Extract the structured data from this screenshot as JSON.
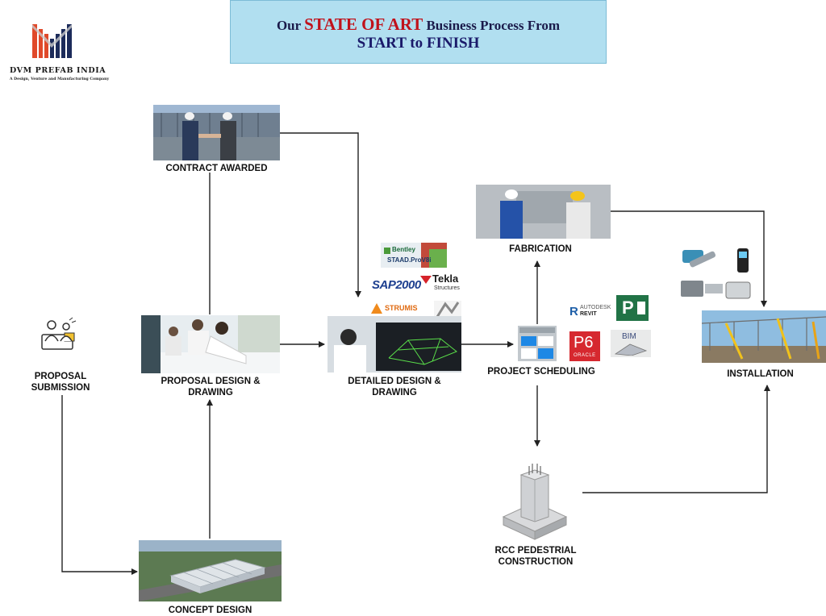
{
  "logo": {
    "name": "DVM PREFAB INDIA",
    "tagline": "A Design, Venture and Manufacturing Company"
  },
  "header": {
    "line1_prefix": "Our ",
    "line1_highlight": "STATE OF ART",
    "line1_suffix": " Business Process From",
    "line2": "START to FINISH"
  },
  "steps": {
    "contract": "CONTRACT AWARDED",
    "proposal_submission": "PROPOSAL\nSUBMISSION",
    "proposal_design": "PROPOSAL DESIGN &\nDRAWING",
    "detailed_design": "DETAILED DESIGN &\nDRAWING",
    "fabrication": "FABRICATION",
    "project_scheduling": "PROJECT SCHEDULING",
    "installation": "INSTALLATION",
    "rcc": "RCC PEDESTRIAL\nCONSTRUCTION",
    "concept": "CONCEPT DESIGN"
  },
  "software": {
    "staad_vendor": "Bentley",
    "staad_name": "STAAD.ProV8i",
    "sap": "SAP2000",
    "tekla": "Tekla",
    "tekla_sub": "Structures",
    "strumis": "STRUMIS",
    "autodesk": "AUTODESK",
    "revit": "REVIT",
    "project_letter": "P",
    "p6": "P6",
    "oracle": "ORACLE",
    "bim": "BIM"
  },
  "colors": {
    "banner_bg": "#b1dff0",
    "highlight": "#c0121b",
    "logo_orange": "#e0492a",
    "logo_navy": "#1c2b5a"
  }
}
